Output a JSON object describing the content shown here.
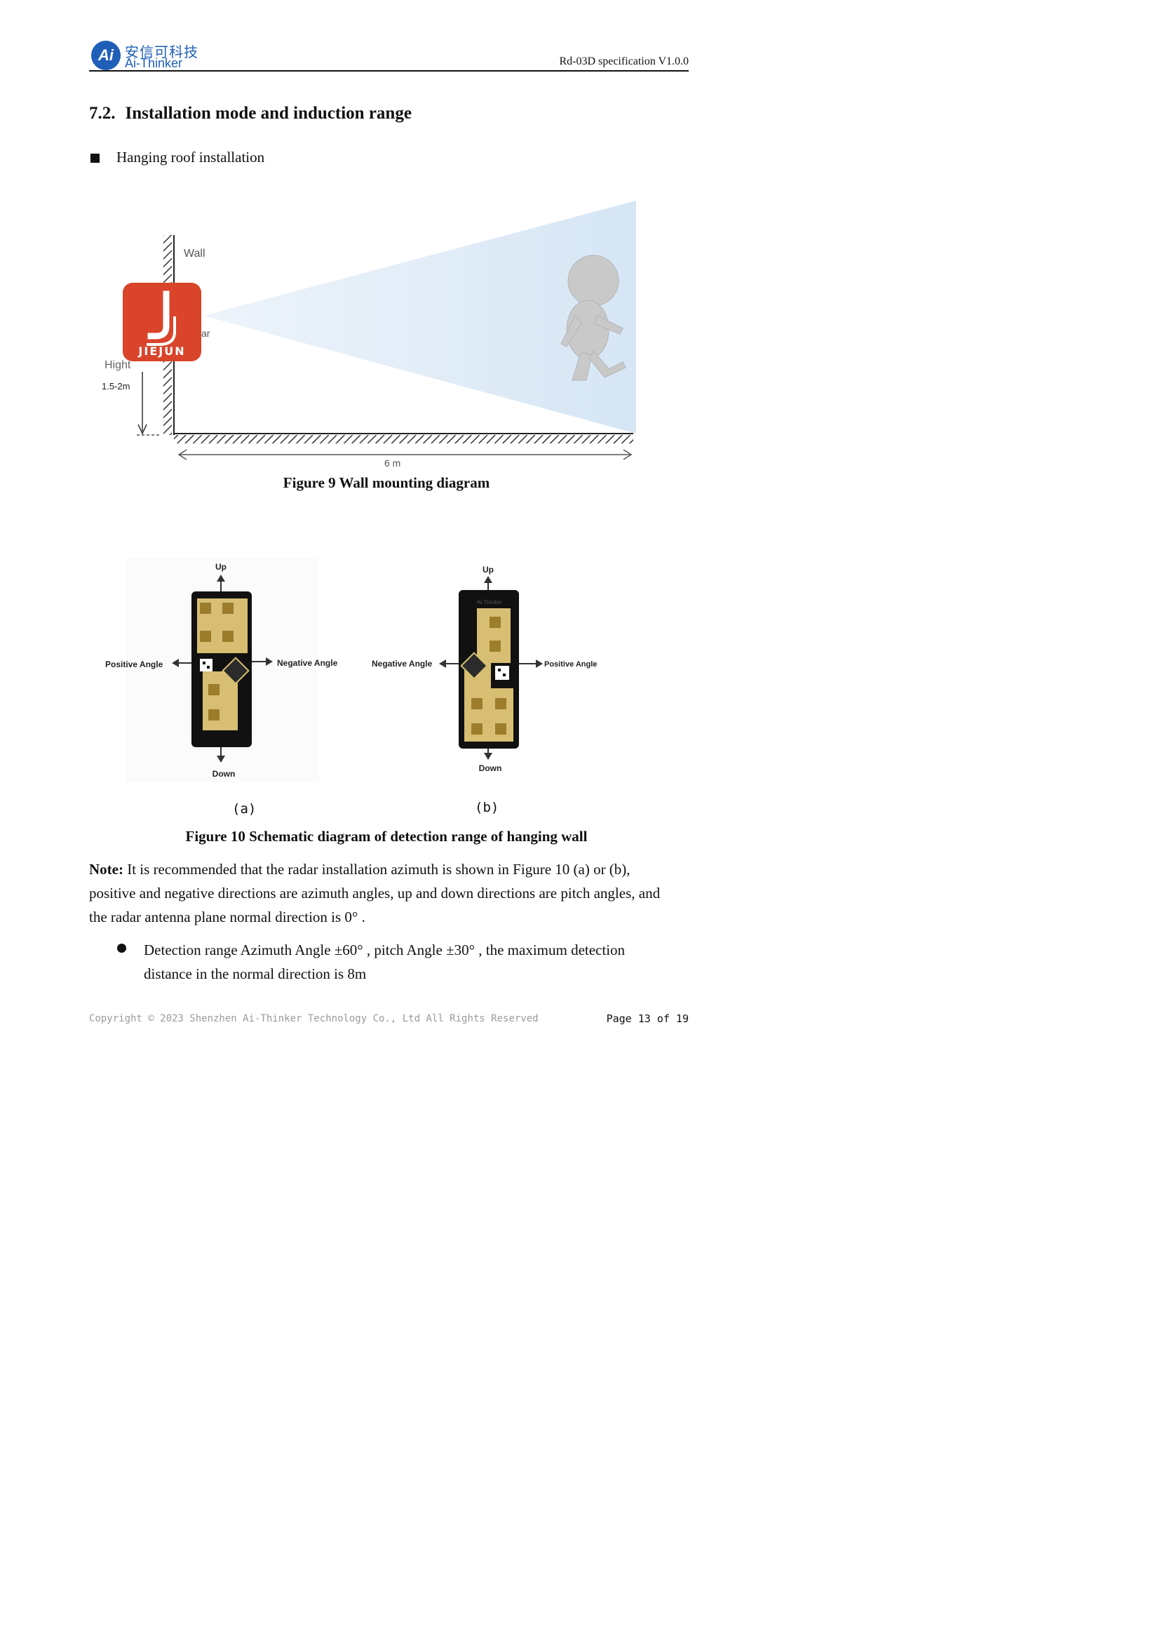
{
  "header": {
    "logo_cn": "安信可科技",
    "logo_en": "Ai-Thinker",
    "logo_mark": "Ai",
    "doc_title": "Rd-03D specification V1.0.0"
  },
  "section": {
    "number": "7.2.",
    "title": "Installation mode and induction range",
    "bullet": "Hanging roof installation"
  },
  "figure9": {
    "labels": {
      "wall": "Wall",
      "height_label": "Hight",
      "height_value": "1.5-2m",
      "distance": "6 m",
      "radar_fragment": "ar"
    },
    "watermark_text": "JIEJUN",
    "caption": "Figure 9 Wall mounting diagram"
  },
  "figure10": {
    "a": {
      "up": "Up",
      "down": "Down",
      "left": "Positive Angle",
      "right": "Negative Angle",
      "sub": "(a)"
    },
    "b": {
      "up": "Up",
      "down": "Down",
      "left": "Negative Angle",
      "right": "Positive Angle",
      "sub": "(b)",
      "board_text": "Ai-Thinker"
    },
    "caption": "Figure 10 Schematic diagram of detection range of hanging wall"
  },
  "note": {
    "label": "Note:",
    "text": " It is recommended that the radar installation azimuth is shown in Figure 10 (a) or (b), positive and negative directions are azimuth angles, up and down directions are pitch angles, and the radar antenna plane normal direction is 0° ."
  },
  "bullet2": "Detection range Azimuth Angle ±60° , pitch Angle ±30° , the maximum detection distance in the normal direction is 8m",
  "footer": {
    "copyright": "Copyright © 2023  Shenzhen Ai-Thinker Technology Co., Ltd All Rights Reserved",
    "page": "Page 13 of 19"
  },
  "colors": {
    "brand_blue": "#1f5fb8",
    "beam": "#dbe8f5",
    "pcb_gold": "#d8be72",
    "pcb_black": "#111111",
    "watermark_red": "#d9442b"
  }
}
